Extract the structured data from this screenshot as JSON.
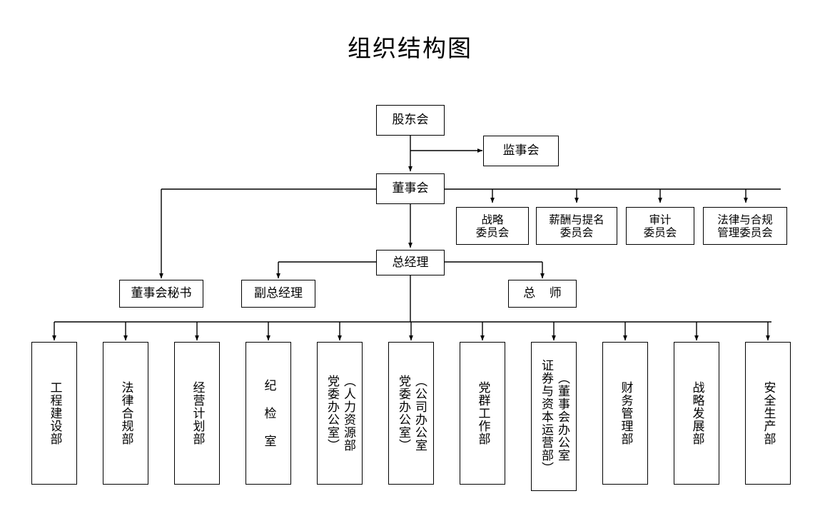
{
  "page": {
    "title": "组织结构图",
    "background_color": "#ffffff",
    "line_color": "#000000"
  },
  "chart_data": {
    "type": "diagram",
    "title": "组织结构图",
    "nodes": {
      "shareholders": "股东会",
      "supervisors": "监事会",
      "board": "董事会",
      "board_secretary": "董事会秘书",
      "general_manager": "总经理",
      "deputy_general_manager": "副总经理",
      "chief_engineer": "总 师"
    },
    "committees": [
      {
        "label": "战略\n委员会"
      },
      {
        "label": "薪酬与提名\n委员会"
      },
      {
        "label": "审计\n委员会"
      },
      {
        "label": "法律与合规\n管理委员会"
      }
    ],
    "departments": [
      {
        "label": "工程建设部",
        "columns": 1
      },
      {
        "label": "法律合规部",
        "columns": 1
      },
      {
        "label": "经营计划部",
        "columns": 1
      },
      {
        "label": "纪 检 室",
        "columns": 1
      },
      {
        "label": "（人力资源部\n党委办公室）",
        "columns": 2
      },
      {
        "label": "（公司办公室\n党委办公室）",
        "columns": 2
      },
      {
        "label": "党群工作部",
        "columns": 1
      },
      {
        "label": "（董事会办公室\n证券与资本运营部）",
        "columns": 2
      },
      {
        "label": "财务管理部",
        "columns": 1
      },
      {
        "label": "战略发展部",
        "columns": 1
      },
      {
        "label": "安全生产部",
        "columns": 1
      }
    ],
    "edges": [
      {
        "from": "股东会",
        "to": "监事会"
      },
      {
        "from": "股东会",
        "to": "董事会"
      },
      {
        "from": "董事会",
        "to": "战略委员会"
      },
      {
        "from": "董事会",
        "to": "薪酬与提名委员会"
      },
      {
        "from": "董事会",
        "to": "审计委员会"
      },
      {
        "from": "董事会",
        "to": "法律与合规管理委员会"
      },
      {
        "from": "董事会",
        "to": "董事会秘书"
      },
      {
        "from": "董事会",
        "to": "总经理"
      },
      {
        "from": "总经理",
        "to": "副总经理"
      },
      {
        "from": "总经理",
        "to": "总 师"
      },
      {
        "from": "总经理",
        "to": "工程建设部"
      },
      {
        "from": "总经理",
        "to": "法律合规部"
      },
      {
        "from": "总经理",
        "to": "经营计划部"
      },
      {
        "from": "总经理",
        "to": "纪 检 室"
      },
      {
        "from": "总经理",
        "to": "（人力资源部 党委办公室）"
      },
      {
        "from": "总经理",
        "to": "（公司办公室 党委办公室）"
      },
      {
        "from": "总经理",
        "to": "党群工作部"
      },
      {
        "from": "总经理",
        "to": "（董事会办公室 证券与资本运营部）"
      },
      {
        "from": "总经理",
        "to": "财务管理部"
      },
      {
        "from": "总经理",
        "to": "战略发展部"
      },
      {
        "from": "总经理",
        "to": "安全生产部"
      }
    ]
  }
}
